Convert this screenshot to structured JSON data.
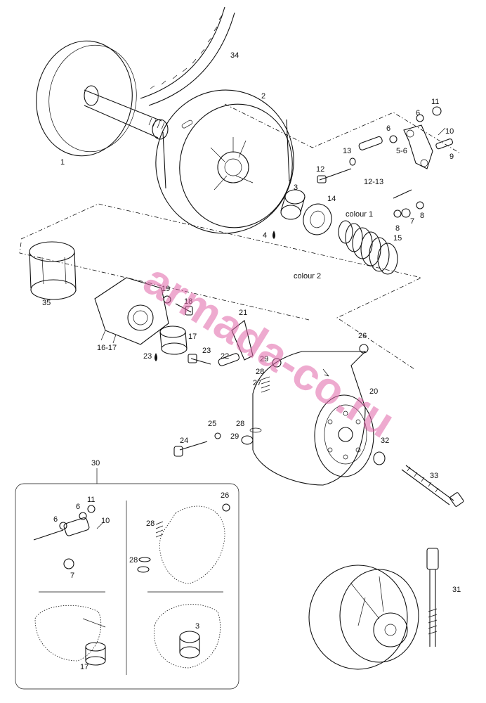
{
  "watermark": "armada-co.ru",
  "colors": {
    "ink": "#111111",
    "watermark": "#e064a8",
    "background": "#ffffff"
  },
  "callouts": {
    "c1": "1",
    "c2": "2",
    "c3": "3",
    "c4": "4",
    "c5_6": "5-6",
    "c6a": "6",
    "c6b": "6",
    "c7": "7",
    "c8a": "8",
    "c8b": "8",
    "c9": "9",
    "c10": "10",
    "c11": "11",
    "c12": "12",
    "c13": "13",
    "c12_13": "12-13",
    "c14": "14",
    "c15": "15",
    "colour1": "colour 1",
    "colour2": "colour 2",
    "c16_17": "16-17",
    "c17": "17",
    "c18": "18",
    "c19": "19",
    "c20": "20",
    "c21": "21",
    "c22": "22",
    "c23a": "23",
    "c23b": "23",
    "c24": "24",
    "c25": "25",
    "c26": "26",
    "c27": "27",
    "c28a": "28",
    "c28b": "28",
    "c29a": "29",
    "c29b": "29",
    "c30": "30",
    "c31": "31",
    "c32": "32",
    "c33": "33",
    "c34": "34",
    "c35": "35"
  },
  "inset": {
    "p1": {
      "c11": "11",
      "c6a": "6",
      "c6b": "6",
      "c10": "10",
      "c7": "7"
    },
    "p2": {
      "c26": "26",
      "c28a": "28",
      "c28b": "28"
    },
    "p3": {
      "c17": "17"
    },
    "p4": {
      "c3": "3"
    }
  }
}
